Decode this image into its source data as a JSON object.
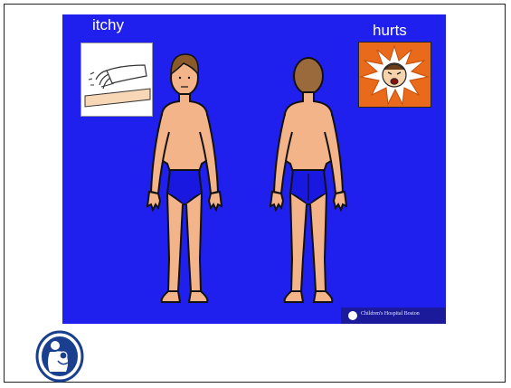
{
  "slide": {
    "background_color": "#2020ee",
    "left_label": "itchy",
    "right_label": "hurts",
    "left_icon": "scratching-hand-icon",
    "right_icon": "pained-face-icon"
  },
  "footer": {
    "text": "Children's Hospital Boston",
    "logo_icon": "hospital-seal-icon"
  },
  "page_logo_icon": "mother-and-child-logo-icon"
}
